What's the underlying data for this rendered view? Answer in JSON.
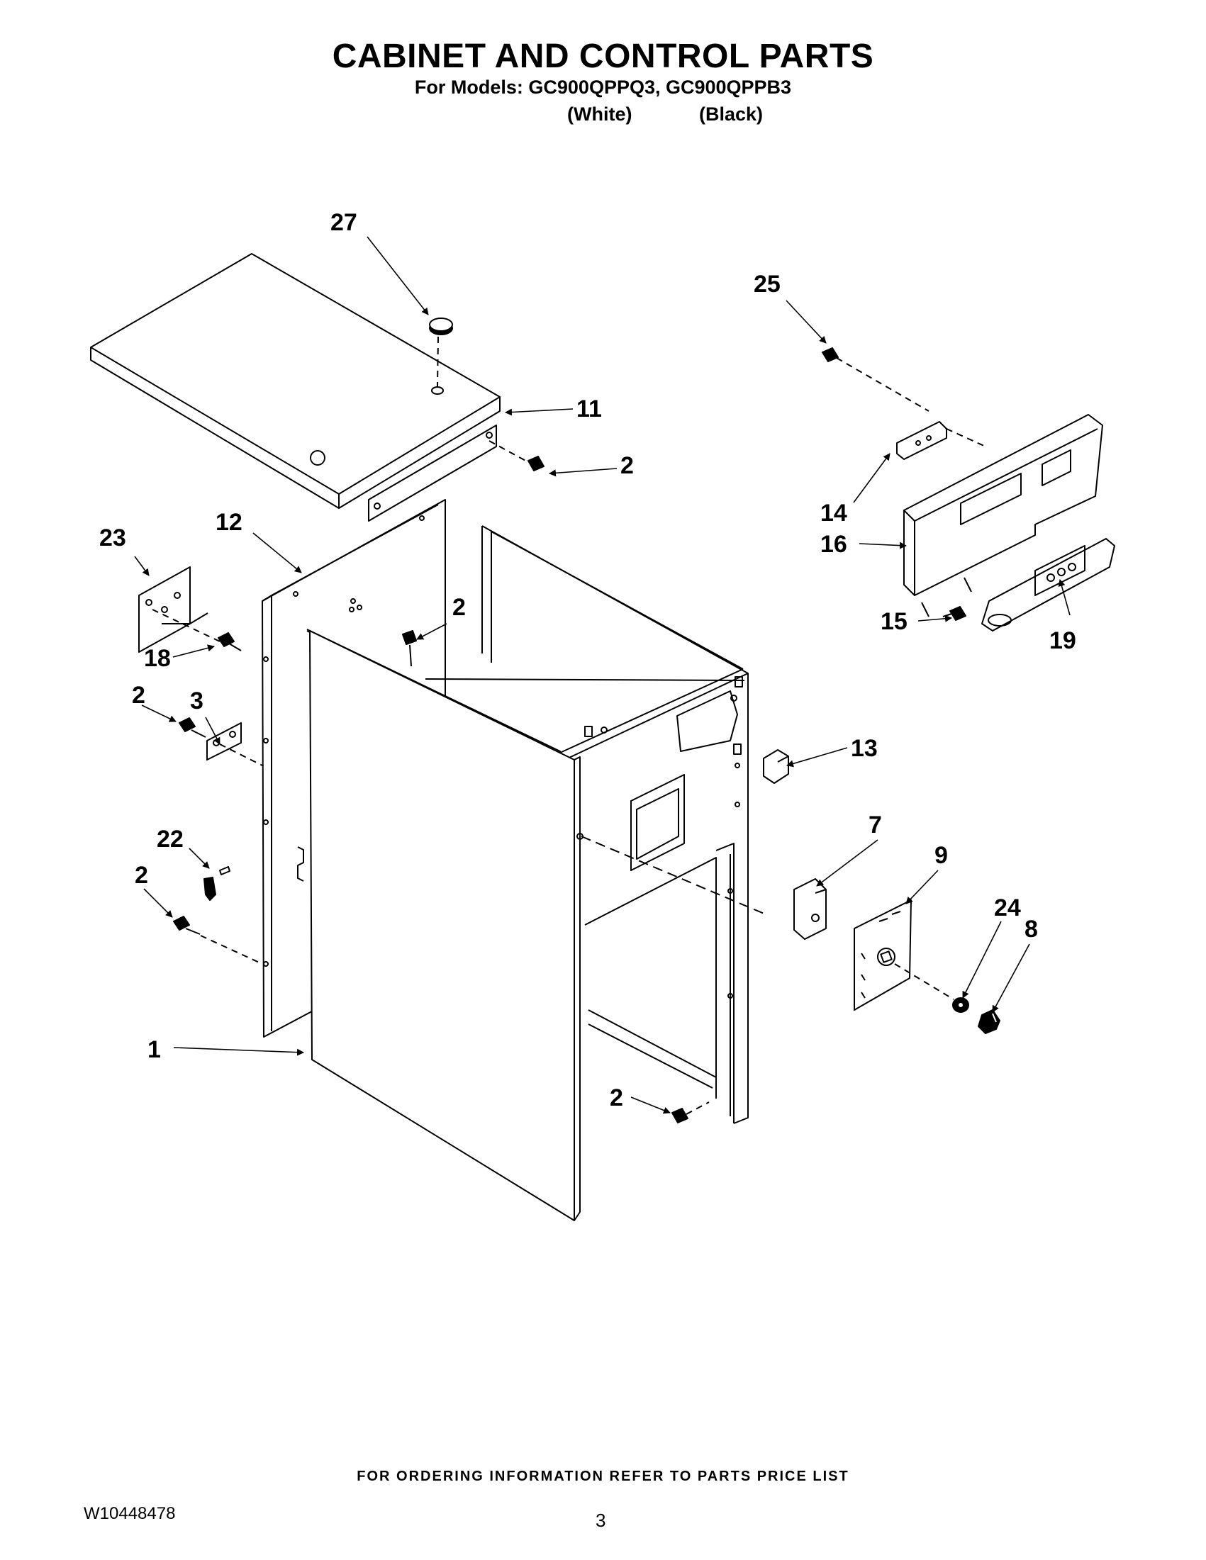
{
  "header": {
    "title": "CABINET AND CONTROL PARTS",
    "models_line": "For Models: GC900QPPQ3, GC900QPPB3",
    "color_white": "(White)",
    "color_black": "(Black)"
  },
  "callouts": {
    "c27": "27",
    "c25": "25",
    "c11": "11",
    "c2_top": "2",
    "c14": "14",
    "c16": "16",
    "c12": "12",
    "c23": "23",
    "c2_mid": "2",
    "c15": "15",
    "c19": "19",
    "c18": "18",
    "c2_left": "2",
    "c3": "3",
    "c13": "13",
    "c22": "22",
    "c7": "7",
    "c9": "9",
    "c2_low": "2",
    "c24": "24",
    "c8": "8",
    "c1": "1",
    "c2_bottom": "2"
  },
  "footer": {
    "ordering_note": "FOR ORDERING INFORMATION REFER TO PARTS PRICE LIST",
    "doc_number": "W10448478",
    "page_number": "3"
  }
}
